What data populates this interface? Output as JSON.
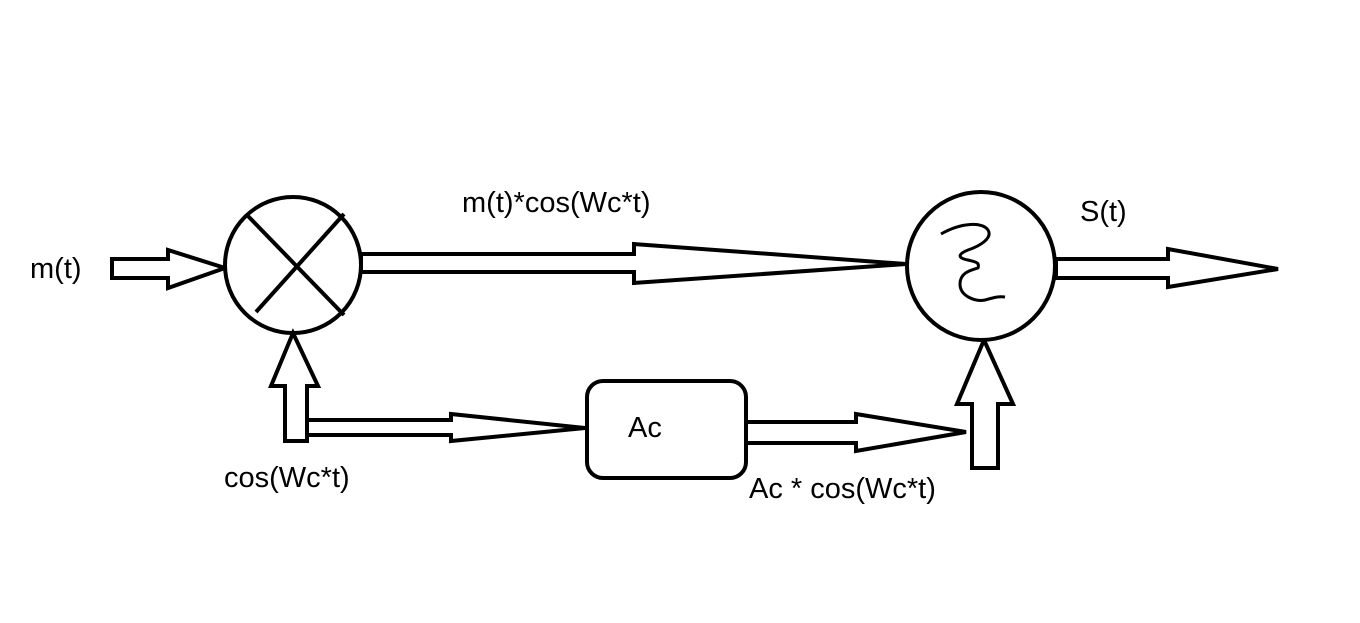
{
  "colors": {
    "stroke": "#000000",
    "background": "#ffffff"
  },
  "labels": {
    "input_signal": "m(t)",
    "carrier": "cos(Wc*t)",
    "product": "m(t)*cos(Wc*t)",
    "amplifier": "Ac",
    "scaled_carrier": "Ac * cos(Wc*t)",
    "output_signal": "S(t)"
  },
  "icons": {
    "multiplier": "multiplier-icon",
    "summer": "summation-icon"
  }
}
